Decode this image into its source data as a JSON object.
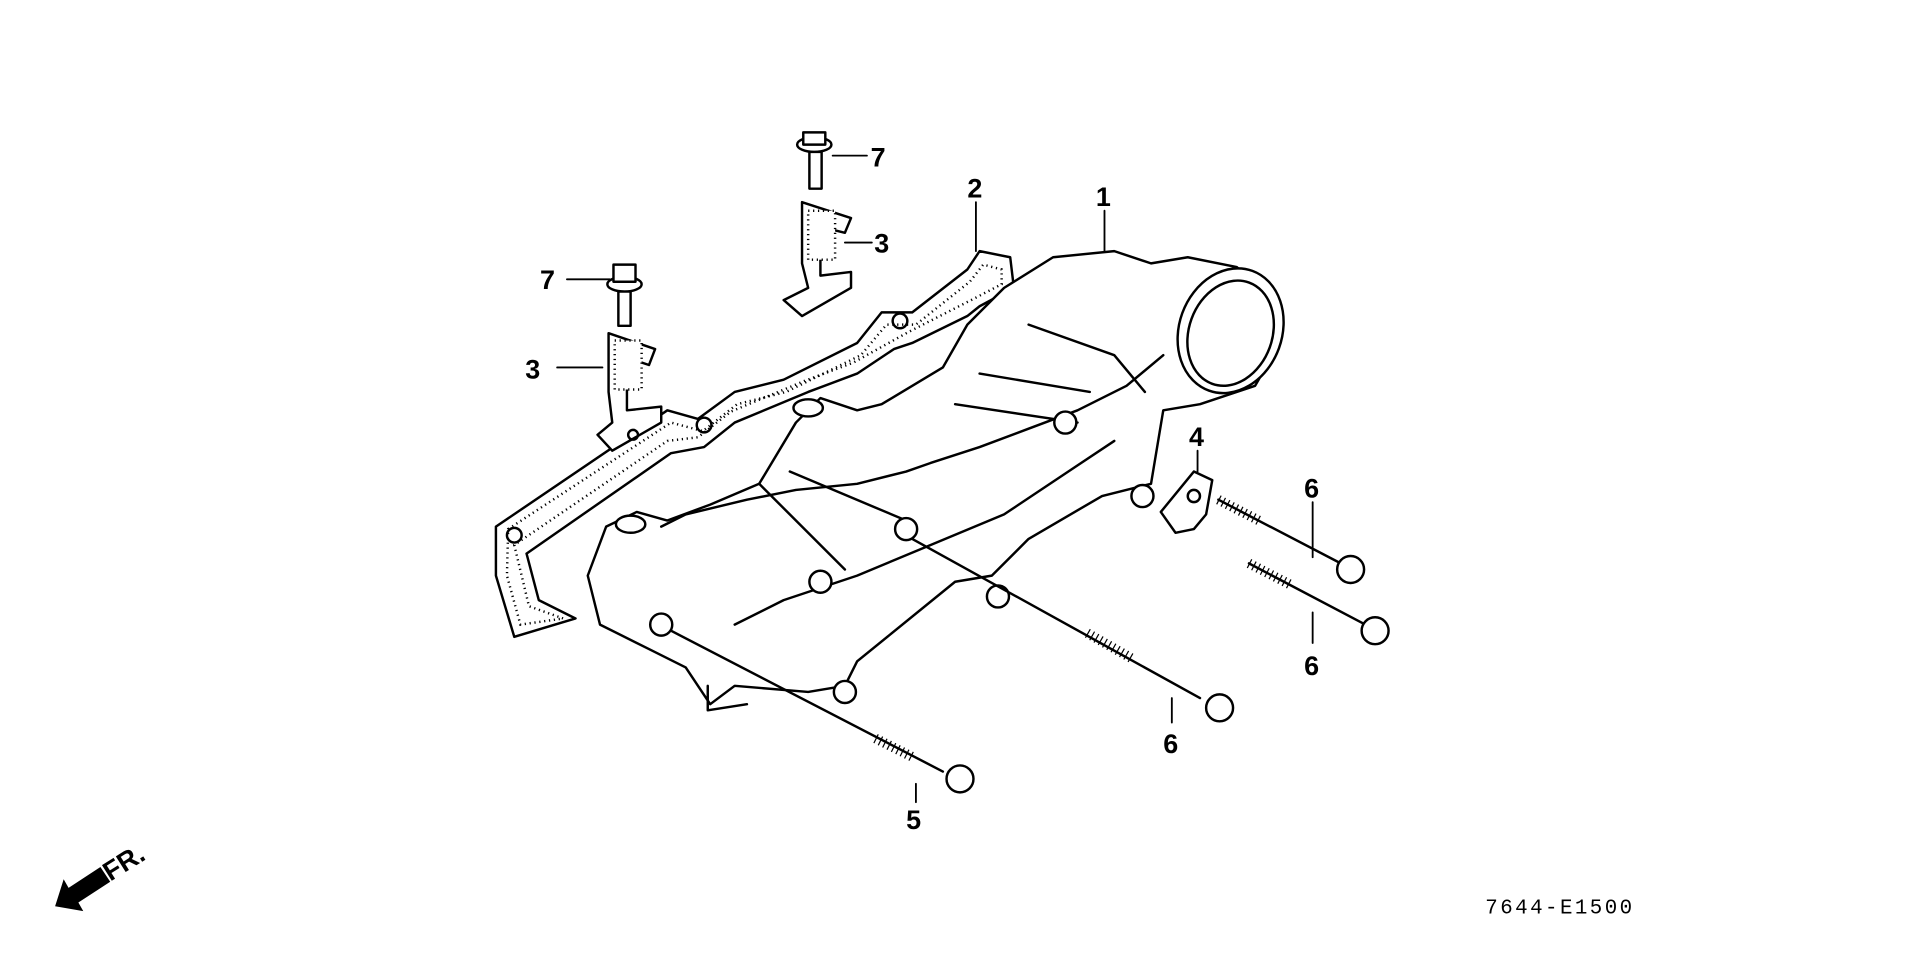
{
  "diagram": {
    "part_number": "7644-E1500",
    "front_indicator": "FR.",
    "callouts": [
      {
        "id": "1",
        "part": "manifold"
      },
      {
        "id": "2",
        "part": "gasket"
      },
      {
        "id": "3",
        "part": "bracket-upper"
      },
      {
        "id": "3",
        "part": "bracket-lower"
      },
      {
        "id": "4",
        "part": "clamp"
      },
      {
        "id": "5",
        "part": "bolt-short"
      },
      {
        "id": "6",
        "part": "bolt-long-a"
      },
      {
        "id": "6",
        "part": "bolt-long-b"
      },
      {
        "id": "6",
        "part": "bolt-long-c"
      },
      {
        "id": "7",
        "part": "flange-bolt-upper"
      },
      {
        "id": "7",
        "part": "flange-bolt-lower"
      }
    ]
  }
}
